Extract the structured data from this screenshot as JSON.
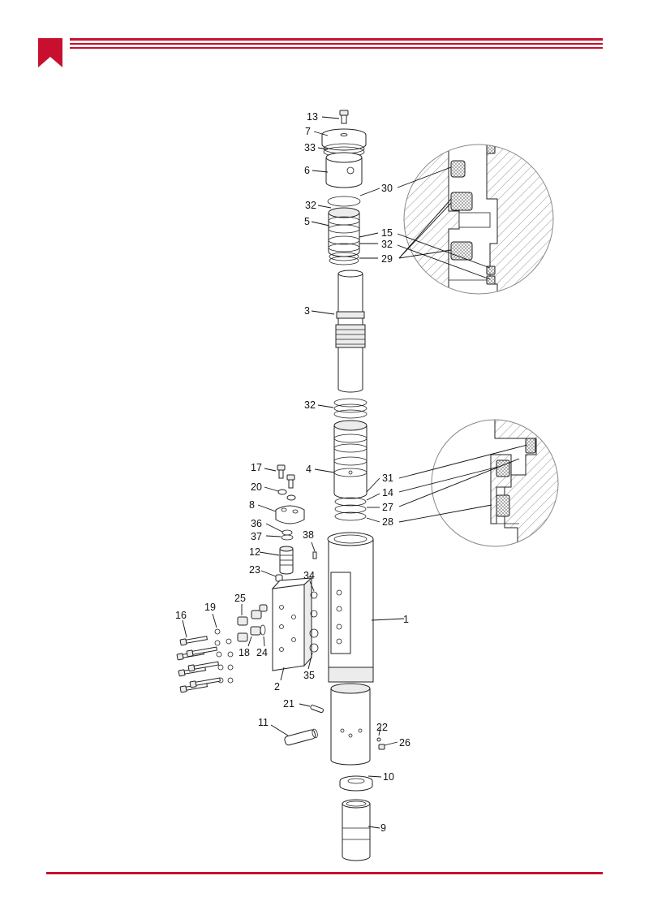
{
  "brand": {
    "accent": "#c8102e"
  },
  "icons": {
    "header": "bookmark-icon"
  },
  "labels": {
    "p1": "1",
    "p2": "2",
    "p3": "3",
    "p4": "4",
    "p5": "5",
    "p6": "6",
    "p7": "7",
    "p8": "8",
    "p9": "9",
    "p10": "10",
    "p11": "11",
    "p12": "12",
    "p13": "13",
    "p14": "14",
    "p15": "15",
    "p16": "16",
    "p17": "17",
    "p18": "18",
    "p19": "19",
    "p20": "20",
    "p21": "21",
    "p22": "22",
    "p23": "23",
    "p24": "24",
    "p25": "25",
    "p26": "26",
    "p27": "27",
    "p28": "28",
    "p29": "29",
    "p30": "30",
    "p31": "31",
    "p32a": "32",
    "p32b": "32",
    "p32c": "32",
    "p33": "33",
    "p34": "34",
    "p35": "35",
    "p36": "36",
    "p37": "37",
    "p38": "38"
  }
}
